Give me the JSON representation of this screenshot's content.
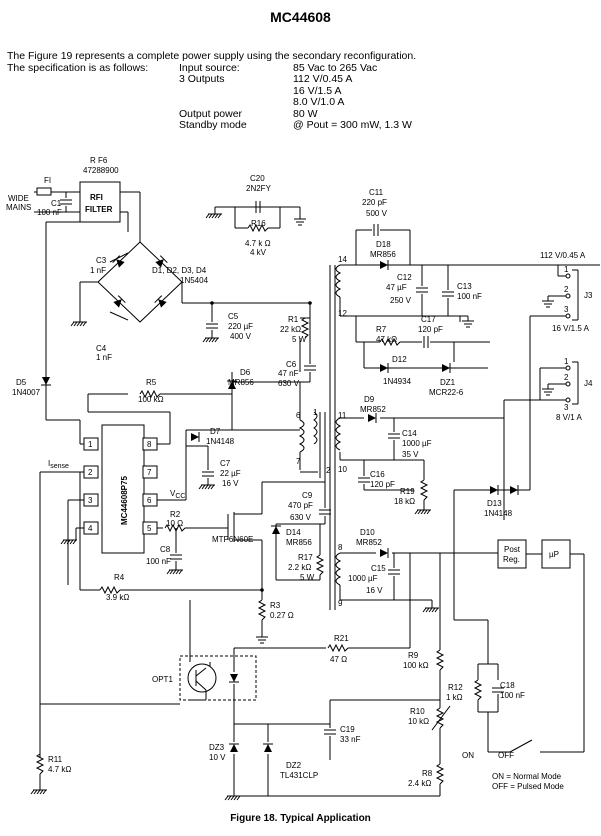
{
  "header": {
    "title": "MC44608"
  },
  "intro": {
    "sentence": "The Figure 19 represents a complete power supply using the secondary reconfiguration.",
    "spec_label": "The specification is as follows:",
    "rows": [
      {
        "name": "Input source:",
        "value": "85 Vac to 265 Vac"
      },
      {
        "name": "3 Outputs",
        "value": "112 V/0.45 A"
      },
      {
        "name": "",
        "value": "16 V/1.5 A"
      },
      {
        "name": "",
        "value": "8.0 V/1.0 A"
      },
      {
        "name": "Output power",
        "value": "80 W"
      },
      {
        "name": "Standby mode",
        "value": "@ Pout = 300 mW, 1.3 W"
      }
    ]
  },
  "labels": {
    "fi": "FI",
    "wide": "WIDE",
    "mains": "MAINS",
    "c1": "C1",
    "c1v": "100 nF",
    "rf6": "R F6",
    "rf6v": "47288900",
    "rfi1": "RFI",
    "rfi2": "FILTER",
    "c20": "C20",
    "c20v": "2N2FY",
    "r16": "R16",
    "r16v1": "4.7 k Ω",
    "r16v2": "4 kV",
    "c3": "C3",
    "c3v": "1 nF",
    "c4": "C4",
    "c4v": "1 nF",
    "d1d4": "D1, D2, D3, D4",
    "d1d4v": "1N5404",
    "c5": "C5",
    "c5v1": "220 µF",
    "c5v2": "400 V",
    "r1": "R1",
    "r1v1": "22 kΩ",
    "r1v2": "5 W",
    "c6": "C6",
    "c6v1": "47 nF",
    "c6v2": "630 V",
    "d6": "D6",
    "d6v": "MR856",
    "d5": "D5",
    "d5v": "1N4007",
    "r5": "R5",
    "r5v": "100 kΩ",
    "d7": "D7",
    "d7v": "1N4148",
    "isense": "I",
    "isense_sub": "sense",
    "ic": "MC44608P75",
    "c7": "C7",
    "c7v1": "22 µF",
    "c7v2": "16 V",
    "vcc": "V",
    "vcc_sub": "CC",
    "r2": "R2",
    "r2v": "10 Ω",
    "c8": "C8",
    "c8v": "100 nF",
    "r4": "R4",
    "r4v": "3.9 kΩ",
    "q": "MTP6N60E",
    "c9": "C9",
    "c9v1": "470 pF",
    "c9v2": "630 V",
    "d14": "D14",
    "d14v": "MR856",
    "r17": "R17",
    "r17v1": "2.2 kΩ",
    "r17v2": "5 W",
    "r3": "R3",
    "r3v": "0.27 Ω",
    "c11": "C11",
    "c11v1": "220 pF",
    "c11v2": "500 V",
    "d18": "D18",
    "d18v": "MR856",
    "c12": "C12",
    "c12v1": "47 µF",
    "c12v2": "250 V",
    "c13": "C13",
    "c13v": "100 nF",
    "r7": "R7",
    "r7v": "47 kΩ",
    "c17": "C17",
    "c17v": "120 pF",
    "d12": "D12",
    "d12v": "1N4934",
    "dz1": "DZ1",
    "dz1v": "MCR22-6",
    "d9": "D9",
    "d9v": "MR852",
    "c14": "C14",
    "c14v1": "1000 µF",
    "c14v2": "35 V",
    "c16": "C16",
    "c16v": "120 pF",
    "r19": "R19",
    "r19v": "18 kΩ",
    "d13": "D13",
    "d13v": "1N4148",
    "d10": "D10",
    "d10v": "MR852",
    "c15": "C15",
    "c15v1": "1000 µF",
    "c15v2": "16 V",
    "postreg1": "Post",
    "postreg2": "Reg.",
    "mup": "µP",
    "out112": "112 V/0.45 A",
    "out16": "16 V/1.5 A",
    "out8": "8 V/1 A",
    "j3": "J3",
    "j4": "J4",
    "w14": "14",
    "w12": "12",
    "w1": "1",
    "w6": "6",
    "w7": "7",
    "w2": "2",
    "w11": "11",
    "w10": "10",
    "w8": "8",
    "w9": "9",
    "p1": "1",
    "p2": "2",
    "p3": "3",
    "p4": "4",
    "p5": "5",
    "p6": "6",
    "p7": "7",
    "p8": "8",
    "j3p1": "1",
    "j3p2": "2",
    "j3p3": "3",
    "j4p1": "1",
    "j4p2": "2",
    "j4p3": "3",
    "r21": "R21",
    "r21v": "47 Ω",
    "opt1": "OPT1",
    "r9": "R9",
    "r9v": "100 kΩ",
    "r12": "R12",
    "r12v": "1 kΩ",
    "c18": "C18",
    "c18v": "100 nF",
    "r10": "R10",
    "r10v": "10 kΩ",
    "c19": "C19",
    "c19v": "33 nF",
    "dz3": "DZ3",
    "dz3v": "10 V",
    "dz2": "DZ2",
    "dz2v": "TL431CLP",
    "on": "ON",
    "off": "OFF",
    "on_mode": "ON = Normal Mode",
    "off_mode": "OFF = Pulsed Mode",
    "r8": "R8",
    "r8v": "2.4 kΩ",
    "r11": "R11",
    "r11v": "4.7 kΩ"
  },
  "caption": "Figure 18. Typical Application"
}
